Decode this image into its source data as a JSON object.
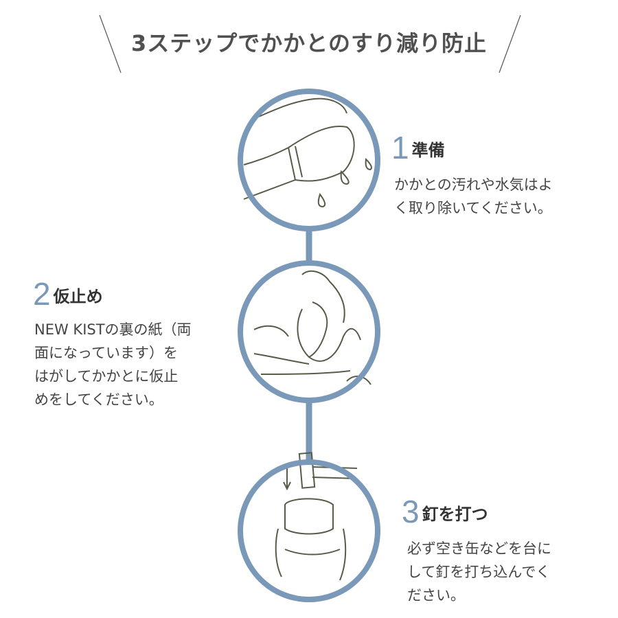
{
  "title": "3ステップでかかとのすり減り防止",
  "accent_color": "#7a98b8",
  "steps": [
    {
      "number": "1",
      "title": "準備",
      "description_lines": [
        "かかとの汚れや水気はよ",
        "く取り除いてください。"
      ]
    },
    {
      "number": "2",
      "title": "仮止め",
      "description_lines": [
        "NEW KISTの裏の紙（両",
        "面になっています）を",
        "はがしてかかとに仮止",
        "めをしてください。"
      ]
    },
    {
      "number": "3",
      "title": "釘を打つ",
      "description_lines": [
        "必ず空き缶などを台に",
        "して釘を打ち込んでく",
        "ださい。"
      ]
    }
  ]
}
